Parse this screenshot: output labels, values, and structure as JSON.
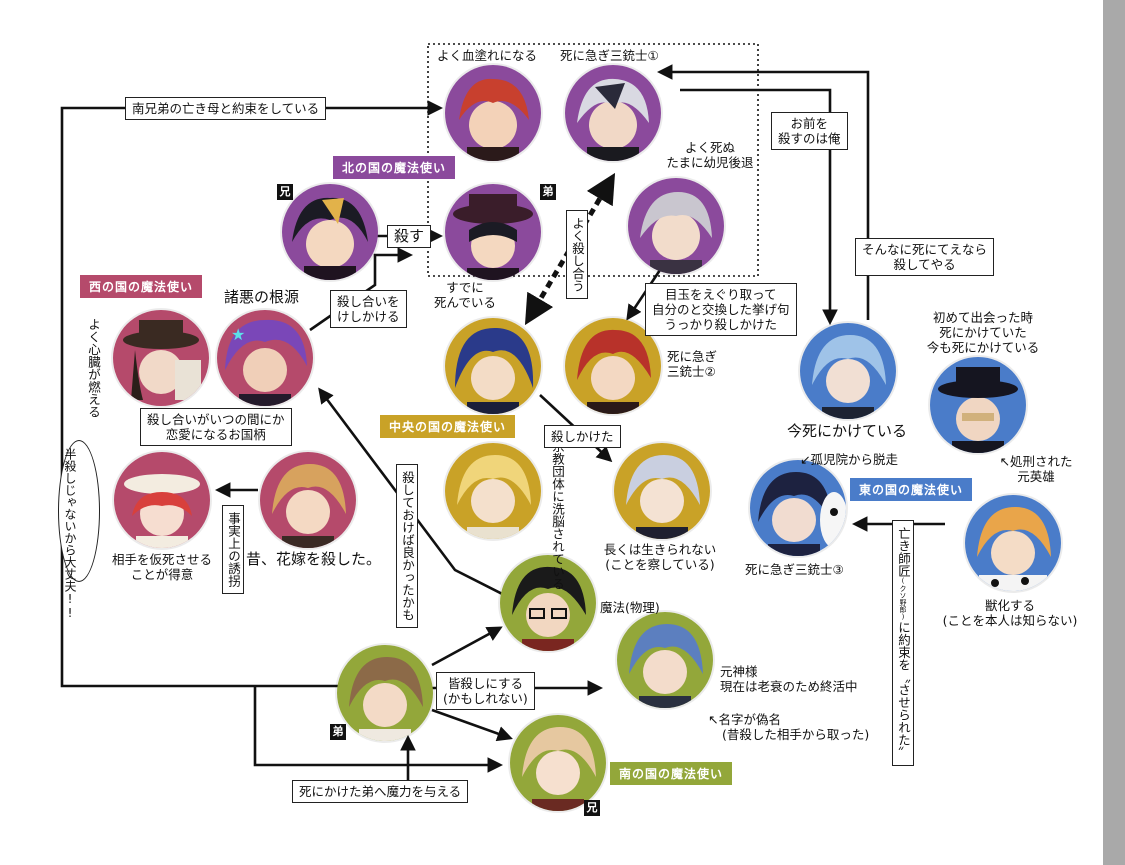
{
  "colors": {
    "north": "#8b4a9c",
    "west": "#b54a6b",
    "central": "#c9a227",
    "east": "#4a7cc9",
    "south": "#93a73a",
    "ink": "#111111"
  },
  "groups": {
    "north": "北の国の魔法使い",
    "west": "西の国の魔法使い",
    "central": "中央の国の魔法使い",
    "east": "東の国の魔法使い",
    "south": "南の国の魔法使い"
  },
  "badges": {
    "older": "兄",
    "younger": "弟"
  },
  "characters": {
    "c1": {
      "caption": "よく血塗れになる"
    },
    "c2": {
      "caption": "死に急ぎ三銃士①",
      "note_1": "よく死ぬ",
      "note_2": "たまに幼児後退"
    },
    "c3": {},
    "c4": {},
    "c5": {
      "note_1": "すでに",
      "note_2": "死んでいる"
    },
    "c6": {
      "caption": "諸悪の根源"
    },
    "c7": {
      "note": "よく心臓が燃える"
    },
    "c8": {},
    "c9": {
      "note_1": "死に急ぎ",
      "note_2": "三銃士②"
    },
    "c10": {
      "note": "宗教団体に洗脳されている"
    },
    "c11": {
      "note_1": "長くは生きられない",
      "note_2": "(ことを察している)"
    },
    "c12": {
      "caption": "今死にかけている"
    },
    "c13": {
      "note_1": "初めて出会った時",
      "note_2": "死にかけていた",
      "note_3": "今も死にかけている",
      "sub_1": "↖処刑された",
      "sub_2": "元英雄"
    },
    "c14": {
      "note_1": "相手を仮死させる",
      "note_2": "ことが得意"
    },
    "c15": {
      "caption": "昔、花嫁を殺した。"
    },
    "c16": {
      "top": "↙孤児院から脱走",
      "caption": "死に急ぎ三銃士③"
    },
    "c17": {
      "note_1": "獣化する",
      "note_2": "(ことを本人は知らない)"
    },
    "c18": {
      "note": "魔法(物理)"
    },
    "c19": {
      "note_1": "元神様",
      "note_2": "現在は老衰のため終活中",
      "sub_1": "↖名字が偽名",
      "sub_2": "(昔殺した相手から取った)"
    },
    "c20": {},
    "c21": {}
  },
  "relations": {
    "promise": "南兄弟の亡き母と約束をしている",
    "kill": "殺す",
    "mutual_kill": "よく殺し合う",
    "gouge_1": "目玉をえぐり取って",
    "gouge_2": "自分のと交換した挙げ句",
    "gouge_3": "うっかり殺しかけた",
    "you_1": "お前を",
    "you_2": "殺すのは俺",
    "want_die_1": "そんなに死にてえなら",
    "want_die_2": "殺してやる",
    "instigate_1": "殺し合いを",
    "instigate_2": "けしかける",
    "romance_1": "殺し合いがいつの間にか",
    "romance_2": "恋愛になるお国柄",
    "half_kill": "半殺しじゃないから大丈夫!!",
    "kidnap": "事実上の誘拐",
    "should_kill": "殺しておけば良かったかも",
    "tried_kill": "殺しかけた",
    "kill_all_1": "皆殺しにする",
    "kill_all_2": "(かもしれない)",
    "mana": "死にかけた弟へ魔力を与える",
    "master_a": "亡き師匠",
    "master_small": "(クソ野郎)",
    "master_b": "に約束を",
    "forced": "〝させられた〟"
  }
}
